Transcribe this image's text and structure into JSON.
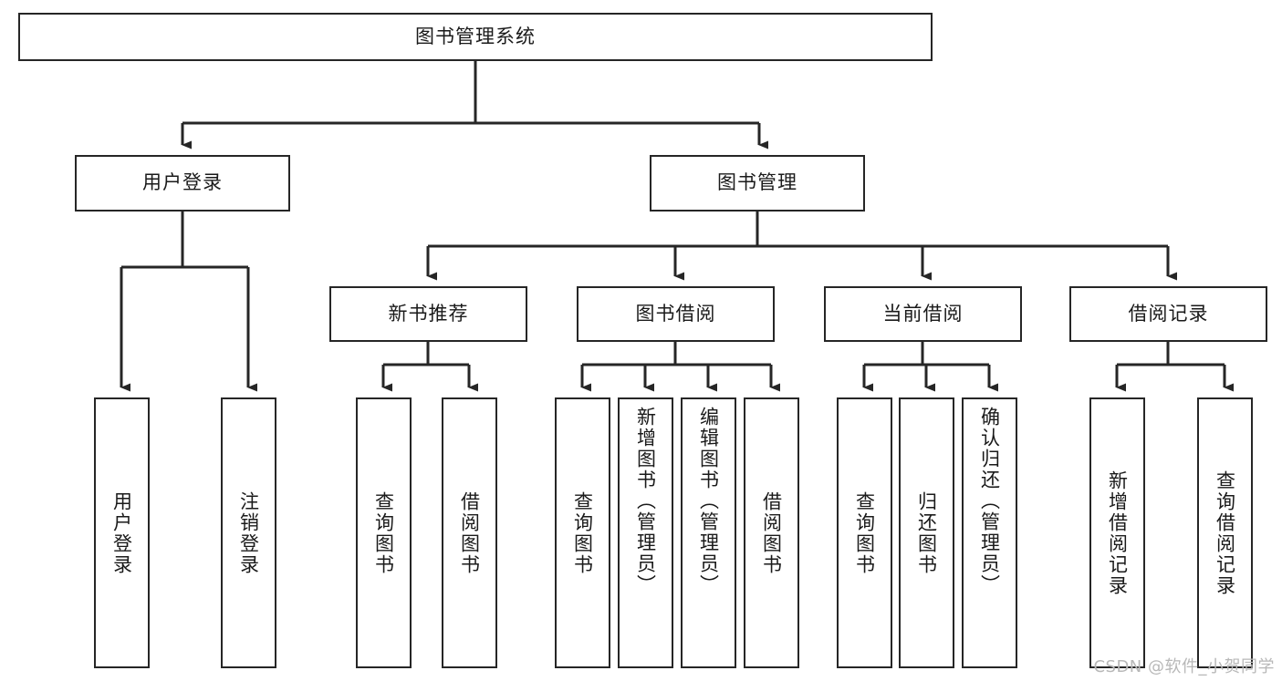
{
  "diagram": {
    "type": "tree",
    "title": "图书管理系统",
    "root": {
      "label": "图书管理系统"
    },
    "level2": [
      {
        "label": "用户登录"
      },
      {
        "label": "图书管理"
      }
    ],
    "level3": [
      {
        "label": "新书推荐"
      },
      {
        "label": "图书借阅"
      },
      {
        "label": "当前借阅"
      },
      {
        "label": "借阅记录"
      }
    ],
    "leaves": {
      "user_login": [
        {
          "label": "用户登录"
        },
        {
          "label": "注销登录"
        }
      ],
      "new_book_recommend": [
        {
          "label": "查询图书"
        },
        {
          "label": "借阅图书"
        }
      ],
      "book_borrow": [
        {
          "label": "查询图书"
        },
        {
          "label": "新增图书（管理员）"
        },
        {
          "label": "编辑图书（管理员）"
        },
        {
          "label": "借阅图书"
        }
      ],
      "current_borrow": [
        {
          "label": "查询图书"
        },
        {
          "label": "归还图书"
        },
        {
          "label": "确认归还（管理员）"
        }
      ],
      "borrow_records": [
        {
          "label": "新增借阅记录"
        },
        {
          "label": "查询借阅记录"
        }
      ]
    }
  },
  "colors": {
    "stroke": "#262626",
    "background": "#ffffff",
    "text": "#1a1a1a",
    "watermark": "#b8b8b8"
  },
  "watermark": {
    "text": "CSDN @软件_小贺同学"
  }
}
